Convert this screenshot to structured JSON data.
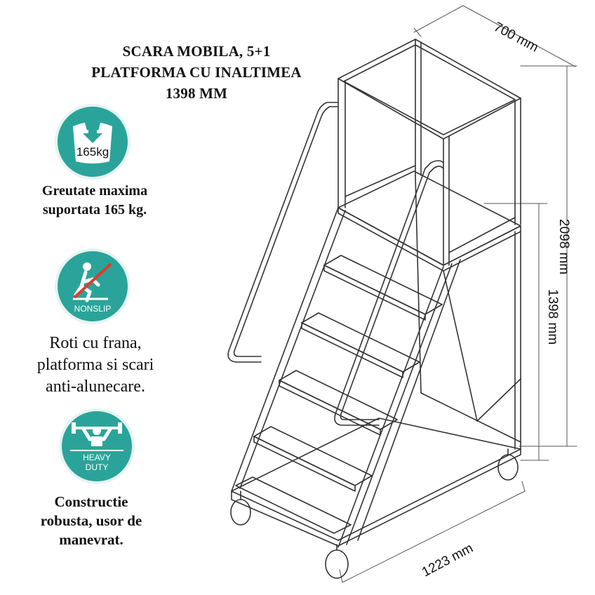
{
  "title": {
    "line1": "SCARA MOBILA, 5+1",
    "line2": "PLATFORMA CU INALTIMEA",
    "line3": "1398 MM"
  },
  "badges": {
    "weight": {
      "icon": "weight-limit-icon",
      "label": "165kg",
      "color": "#2aa49a"
    },
    "nonslip": {
      "icon": "nonslip-icon",
      "label": "NONSLIP",
      "color": "#2aa49a"
    },
    "heavy": {
      "icon": "heavy-duty-icon",
      "label_line1": "HEAVY",
      "label_line2": "DUTY",
      "color": "#2aa49a"
    }
  },
  "captions": {
    "weight": {
      "line1": "Greutate maxima",
      "line2": "suportata  165 kg."
    },
    "nonslip": {
      "line1": "Roti cu frana,",
      "line2": "platforma si scari",
      "line3": "anti-alunecare."
    },
    "heavy": {
      "line1": "Constructie",
      "line2": "robusta, usor de",
      "line3": "manevrat."
    }
  },
  "dimensions": {
    "width": "700 mm",
    "total_height": "2098 mm",
    "platform_height": "1398 mm",
    "length": "1223 mm"
  }
}
